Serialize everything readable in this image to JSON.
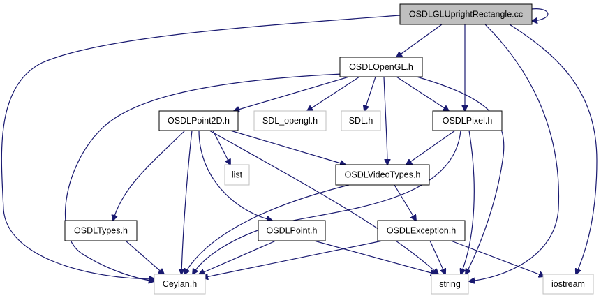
{
  "graph": {
    "nodes": [
      {
        "id": "root",
        "label": "OSDLGLUprightRectangle.cc",
        "kind": "root"
      },
      {
        "id": "opengl",
        "label": "OSDLOpenGL.h",
        "kind": "doc"
      },
      {
        "id": "point2d",
        "label": "OSDLPoint2D.h",
        "kind": "doc"
      },
      {
        "id": "sdlopengl",
        "label": "SDL_opengl.h",
        "kind": "ext"
      },
      {
        "id": "sdlh",
        "label": "SDL.h",
        "kind": "ext"
      },
      {
        "id": "pixel",
        "label": "OSDLPixel.h",
        "kind": "doc"
      },
      {
        "id": "list",
        "label": "list",
        "kind": "ext"
      },
      {
        "id": "videotypes",
        "label": "OSDLVideoTypes.h",
        "kind": "doc"
      },
      {
        "id": "types",
        "label": "OSDLTypes.h",
        "kind": "doc"
      },
      {
        "id": "point",
        "label": "OSDLPoint.h",
        "kind": "doc"
      },
      {
        "id": "exception",
        "label": "OSDLException.h",
        "kind": "doc"
      },
      {
        "id": "ceylan",
        "label": "Ceylan.h",
        "kind": "ext"
      },
      {
        "id": "string",
        "label": "string",
        "kind": "ext"
      },
      {
        "id": "iostream",
        "label": "iostream",
        "kind": "ext"
      }
    ],
    "edges": [
      {
        "from": "root",
        "to": "root"
      },
      {
        "from": "root",
        "to": "opengl"
      },
      {
        "from": "root",
        "to": "pixel"
      },
      {
        "from": "root",
        "to": "ceylan"
      },
      {
        "from": "root",
        "to": "string"
      },
      {
        "from": "root",
        "to": "iostream"
      },
      {
        "from": "opengl",
        "to": "point2d"
      },
      {
        "from": "opengl",
        "to": "sdlopengl"
      },
      {
        "from": "opengl",
        "to": "sdlh"
      },
      {
        "from": "opengl",
        "to": "pixel"
      },
      {
        "from": "opengl",
        "to": "videotypes"
      },
      {
        "from": "opengl",
        "to": "ceylan"
      },
      {
        "from": "opengl",
        "to": "string"
      },
      {
        "from": "point2d",
        "to": "list"
      },
      {
        "from": "point2d",
        "to": "videotypes"
      },
      {
        "from": "point2d",
        "to": "types"
      },
      {
        "from": "point2d",
        "to": "point"
      },
      {
        "from": "point2d",
        "to": "ceylan"
      },
      {
        "from": "point2d",
        "to": "string"
      },
      {
        "from": "pixel",
        "to": "videotypes"
      },
      {
        "from": "pixel",
        "to": "ceylan"
      },
      {
        "from": "pixel",
        "to": "string"
      },
      {
        "from": "videotypes",
        "to": "exception"
      },
      {
        "from": "videotypes",
        "to": "ceylan"
      },
      {
        "from": "types",
        "to": "ceylan"
      },
      {
        "from": "point",
        "to": "ceylan"
      },
      {
        "from": "point",
        "to": "string"
      },
      {
        "from": "exception",
        "to": "ceylan"
      },
      {
        "from": "exception",
        "to": "string"
      },
      {
        "from": "exception",
        "to": "iostream"
      }
    ]
  }
}
